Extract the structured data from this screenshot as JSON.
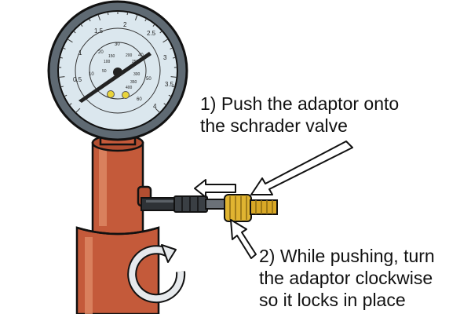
{
  "instructions": {
    "step1_line1": "1) Push the adaptor onto",
    "step1_line2": "the schrader valve",
    "step2_line1": "2) While pushing, turn",
    "step2_line2": "the adaptor clockwise",
    "step2_line3": "so it locks in place"
  },
  "gauge": {
    "outer_scale": [
      "0.5",
      "1",
      "1.5",
      "2",
      "2.5",
      "3",
      "3.5",
      "4"
    ],
    "middle_scale": [
      "10",
      "20",
      "30",
      "40",
      "50",
      "60"
    ],
    "inner_scale": [
      "50",
      "100",
      "150",
      "200",
      "250",
      "300",
      "350",
      "400"
    ]
  },
  "colors": {
    "gauge_rim": "#5f6a73",
    "gauge_face": "#dbe7ee",
    "needle": "#222222",
    "pump_body": "#c45a3a",
    "hose": "#2e3236",
    "adaptor_brass": "#e0b431",
    "arrow_fill": "#ffffff",
    "rotate_arrow": "#e6e9ec"
  },
  "icons": {
    "push_arrow": "left-arrow-icon",
    "turn_arrow": "clockwise-rotate-icon"
  }
}
